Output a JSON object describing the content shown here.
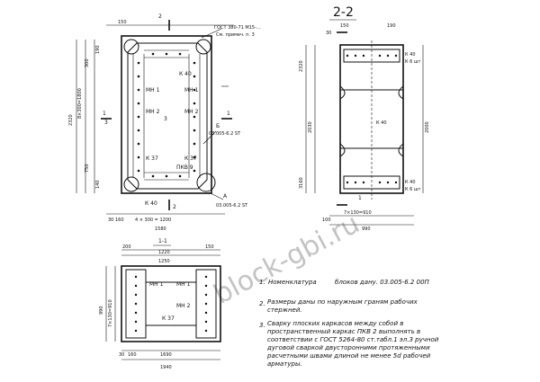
{
  "section_title": "2-2",
  "section_label_small": "1-1",
  "watermark": "block-gbi.ru",
  "callouts": {
    "spec": "ГОСТ 380-71 М15-...",
    "spec_note": "См. примеч. п. 3",
    "b_title": "Б",
    "b_code": "03.005-6.2 ST",
    "a_title": "А",
    "a_code": "03.005-6.2 ST"
  },
  "plan_labels": {
    "k40_top": "К 40",
    "mn1_left": "МН 1",
    "mn1_right": "МН 1",
    "mn2_left": "МН 2",
    "mn2_right": "МН 2",
    "k37_left": "К 37",
    "k37_right": "К 37",
    "pkv9": "ПКВ 9",
    "k40_bottom": "К 40",
    "three": "3",
    "dims_bottom": "4 × 300 = 1200",
    "dims_total": "1580",
    "d150_top": "150",
    "d30": "30",
    "d160": "160",
    "d750": "750",
    "d3": "3",
    "d300": "300",
    "dim_vert": "8×300=1800",
    "d2320": "2320",
    "d190": "190",
    "d140": "140",
    "two_top": "2",
    "two_bottom": "2",
    "one_left": "1",
    "one_right": "1"
  },
  "section22_labels": {
    "d150": "150",
    "d30": "30",
    "d190": "190",
    "k40_top": "К 40",
    "k6_top": "К 6 шт",
    "k40": "К 40",
    "d2030": "2030",
    "d2000": "2000",
    "d2320": "2320",
    "d3160": "3160",
    "k40_bottom": "К 40",
    "k6_bottom": "К 6 шт",
    "d1": "1",
    "d7x130": "7×130=910",
    "d990": "990",
    "d100": "100"
  },
  "section11_labels": {
    "d200": "200",
    "d1220": "1220",
    "d1250": "1250",
    "d150": "150",
    "mn1_left": "МН 1",
    "mn1_right": "МН 1",
    "mn2": "МН 2",
    "k37": "К 37",
    "d1690": "1690",
    "d1940": "1940",
    "d3x130": "7×130=910",
    "d990": "990",
    "d200_b": "30",
    "d160": "160"
  },
  "notes": [
    {
      "num": "1.",
      "text": "Номенклатура",
      "extra": "блоков дану.  03.005-6.2  00П"
    },
    {
      "num": "2.",
      "text": "Размеры даны по наружным граням рабочих стержней."
    },
    {
      "num": "3.",
      "text": "Сварку плоских каркасов между собой в пространственный каркас ПКВ 2 выполнять в соответствии с ГОСТ 5264-80 ст.табл.1 эл.3 ручной дуговой сваркой двусторонними протяженными расчетными швами длиной не менее 5d рабочей арматуры."
    }
  ]
}
